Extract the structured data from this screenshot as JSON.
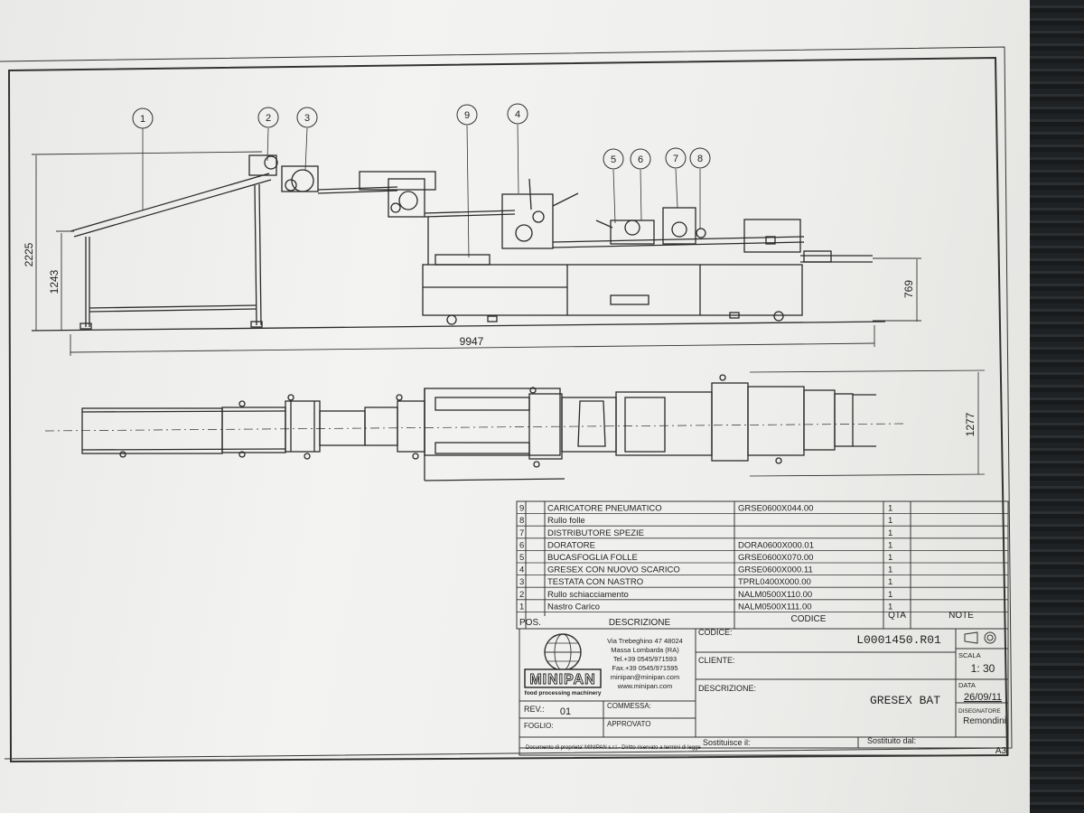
{
  "balloons": [
    "1",
    "2",
    "3",
    "9",
    "4",
    "5",
    "6",
    "7",
    "8"
  ],
  "dimensions": {
    "overall_height": "2225",
    "loader_height": "1243",
    "overall_length": "9947",
    "table_height": "769",
    "width": "1277"
  },
  "parts": [
    {
      "pos": "9",
      "desc": "CARICATORE PNEUMATICO",
      "code": "GRSE0600X044.00",
      "qta": "1"
    },
    {
      "pos": "8",
      "desc": "Rullo folle",
      "code": "",
      "qta": "1"
    },
    {
      "pos": "7",
      "desc": "DISTRIBUTORE SPEZIE",
      "code": "",
      "qta": "1"
    },
    {
      "pos": "6",
      "desc": "DORATORE",
      "code": "DORA0600X000.01",
      "qta": "1"
    },
    {
      "pos": "5",
      "desc": "BUCASFOGLIA FOLLE",
      "code": "GRSE0600X070.00",
      "qta": "1"
    },
    {
      "pos": "4",
      "desc": "GRESEX CON NUOVO SCARICO",
      "code": "GRSE0600X000.11",
      "qta": "1"
    },
    {
      "pos": "3",
      "desc": "TESTATA CON NASTRO",
      "code": "TPRL0400X000.00",
      "qta": "1"
    },
    {
      "pos": "2",
      "desc": "Rullo schiacciamento",
      "code": "NALM0500X110.00",
      "qta": "1"
    },
    {
      "pos": "1",
      "desc": "Nastro Carico",
      "code": "NALM0500X111.00",
      "qta": "1"
    }
  ],
  "table_headers": {
    "pos": "POS.",
    "desc": "DESCRIZIONE",
    "code": "CODICE",
    "qta": "QTA",
    "note": "NOTE"
  },
  "company": {
    "logo_text": "MINIPAN",
    "tagline": "food processing machinery",
    "address": [
      "Via Trebeghino 47  48024",
      "Massa Lombarda (RA)",
      "Tel.+39 0545/971593",
      "Fax.+39 0545/971595",
      "minipan@minipan.com",
      "www.minipan.com"
    ]
  },
  "title_block": {
    "codice_label": "CODICE:",
    "codice_value": "L0001450.R01",
    "cliente_label": "CLIENTE:",
    "descrizione_label": "DESCRIZIONE:",
    "descrizione_value": "GRESEX BAT",
    "scala_label": "SCALA",
    "scala_value": "1: 30",
    "data_label": "DATA",
    "data_value": "26/09/11",
    "disegnatore_label": "DISEGNATORE",
    "disegnatore_value": "Remondini",
    "rev_label": "REV.:",
    "rev_value": "01",
    "commessa_label": "COMMESSA:",
    "foglio_label": "FOGLIO:",
    "approvato_label": "APPROVATO",
    "sostituisce_label": "Sostituisce il:",
    "sostituito_label": "Sostituito dal:",
    "footer_note": "Documento di proprieta' MINIPAN s.r.l.- Diritto riservato a termini di legge",
    "format": "A3"
  }
}
